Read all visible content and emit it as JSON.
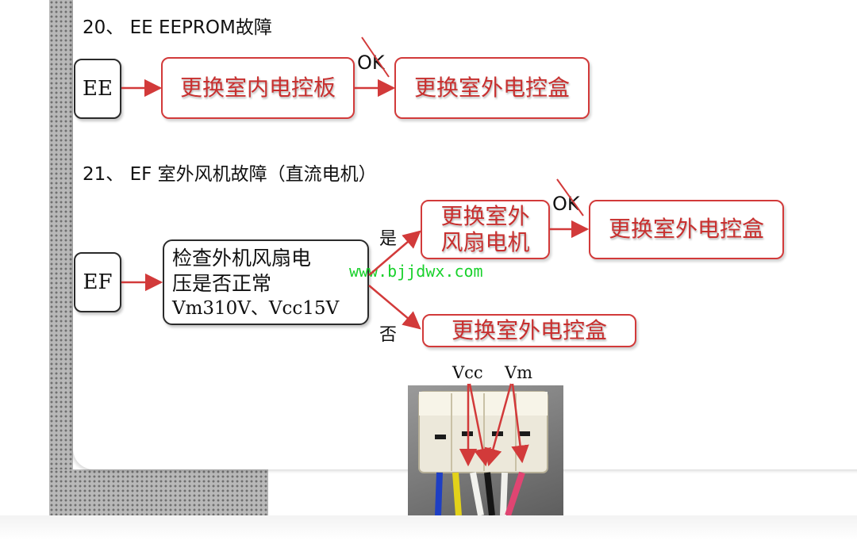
{
  "sections": [
    {
      "heading": "20、 EE  EEPROM故障",
      "code": "EE",
      "steps": [
        "更换室内电控板",
        "更换室外电控盒"
      ],
      "ok_label": "OK"
    },
    {
      "heading": "21、 EF 室外风机故障（直流电机）",
      "code": "EF",
      "check_line1": "检查外机风扇电",
      "check_line2": "压是否正常",
      "check_line3": "Vm310V、Vcc15V",
      "yes_label": "是",
      "no_label": "否",
      "yes_step_line1": "更换室外",
      "yes_step_line2": "风扇电机",
      "ok_label": "OK",
      "ok_step": "更换室外电控盒",
      "no_step": "更换室外电控盒"
    }
  ],
  "watermark": "www.bjjdwx.com",
  "wire_labels": [
    "Vcc",
    "Vm"
  ],
  "colors": {
    "accent_red": "#d23a3a",
    "text_red": "#c8302f",
    "watermark_green": "#19d12c"
  }
}
